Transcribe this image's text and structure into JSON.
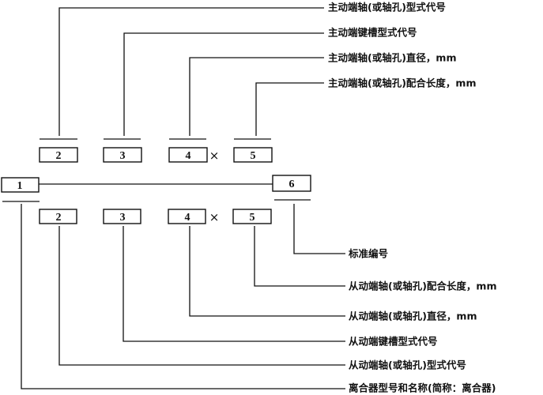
{
  "boxes": {
    "b1": "1",
    "b2": "2",
    "b3": "3",
    "b4": "4",
    "b5": "5",
    "b6": "6",
    "times": "×"
  },
  "driving": {
    "shaft_type": "主动端轴(或轴孔)型式代号",
    "keyway_type": "主动端键槽型式代号",
    "diameter": "主动端轴(或轴孔)直径，mm",
    "fit_length": "主动端轴(或轴孔)配合长度，mm"
  },
  "driven": {
    "standard": "标准编号",
    "fit_length": "从动端轴(或轴孔)配合长度，mm",
    "diameter": "从动端轴(或轴孔)直径，mm",
    "keyway_type": "从动端键槽型式代号",
    "shaft_type": "从动端轴(或轴孔)型式代号",
    "clutch": "离合器型号和名称(简称：离合器)"
  }
}
